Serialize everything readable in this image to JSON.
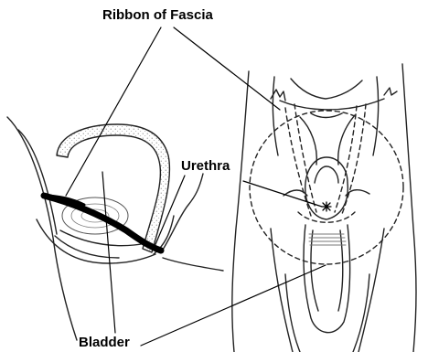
{
  "labels": {
    "top": "Ribbon of Fascia",
    "middle": "Urethra",
    "bottom": "Bladder"
  }
}
